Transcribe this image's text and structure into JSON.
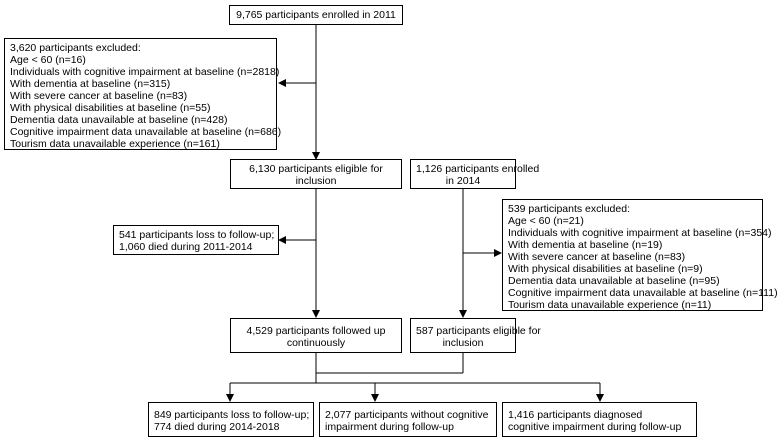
{
  "boxes": {
    "enrolled_2011": [
      "9,765 participants enrolled in 2011"
    ],
    "excluded_2011": [
      "3,620 participants excluded:",
      "Age < 60 (n=16)",
      "Individuals with cognitive impairment at baseline (n=2818)",
      "With dementia at baseline (n=315)",
      "With severe cancer at baseline (n=83)",
      "With physical disabilities at baseline (n=55)",
      "Dementia data unavailable at baseline (n=428)",
      "Cognitive impairment data unavailable at baseline (n=686)",
      "Tourism data unavailable experience (n=161)"
    ],
    "eligible_2011": [
      "6,130 participants eligible for",
      "inclusion"
    ],
    "enrolled_2014": [
      "1,126 participants enrolled",
      "in 2014"
    ],
    "loss_2011_2014": [
      "541 participants loss to follow-up;",
      "1,060 died during 2011-2014"
    ],
    "excluded_2014": [
      "539 participants excluded:",
      "Age < 60 (n=21)",
      "Individuals with cognitive impairment at baseline (n=354)",
      "With dementia at baseline (n=19)",
      "With severe cancer at baseline (n=83)",
      "With physical disabilities at baseline (n=9)",
      "Dementia data unavailable at baseline (n=95)",
      "Cognitive impairment data unavailable at baseline (n=111)",
      "Tourism data unavailable experience (n=11)"
    ],
    "followed_continuously": [
      "4,529 participants followed up",
      "continuously"
    ],
    "eligible_2014": [
      "587 participants eligible for",
      "inclusion"
    ],
    "loss_2014_2018": [
      "849 participants loss to follow-up;",
      "774 died during 2014-2018"
    ],
    "without_ci": [
      "2,077 participants without cognitive",
      "impairment during follow-up"
    ],
    "diagnosed_ci": [
      "1,416 participants diagnosed",
      "cognitive impairment during follow-up"
    ]
  },
  "colors": {
    "line": "#000000",
    "box_border": "#000000",
    "text": "#000000"
  }
}
